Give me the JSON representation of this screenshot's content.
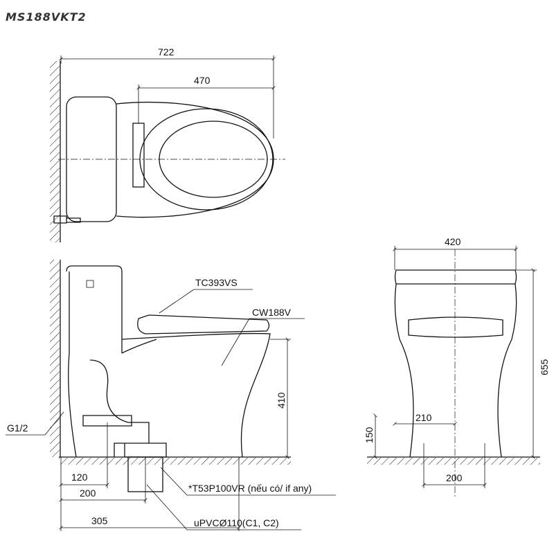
{
  "title": "MS188VKT2",
  "top_view": {
    "dim_overall": "722",
    "dim_seat": "470"
  },
  "side_view": {
    "seat_model": "TC393VS",
    "bowl_model": "CW188V",
    "dim_seat_height": "410",
    "supply_label": "G1/2",
    "dim_120": "120",
    "dim_200": "200",
    "dim_305": "305",
    "adapter_label": "*T53P100VR (nếu có/ if any)",
    "pipe_label": "uPVCØ110(C1, C2)"
  },
  "front_view": {
    "dim_width": "420",
    "dim_height": "655",
    "dim_210": "210",
    "dim_150": "150",
    "dim_200": "200"
  }
}
